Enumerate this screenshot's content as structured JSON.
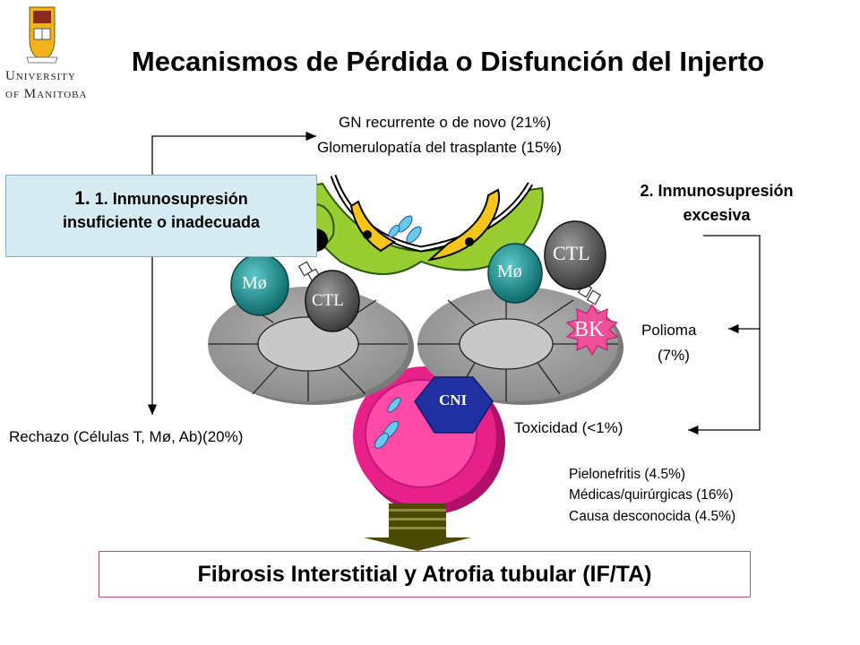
{
  "title": "Mecanismos de Pérdida o Disfunción del Injerto",
  "logo": {
    "line1": "University",
    "line2": "of Manitoba",
    "icon": "university-crest-icon"
  },
  "box1": {
    "number": "1.",
    "label_line1": "1. Inmunosupresión",
    "label_line2": "insuficiente o inadecuada"
  },
  "box2": {
    "label_line1": "2. Inmunosupresión",
    "label_line2": "excesiva"
  },
  "gn": {
    "line1": "GN recurrente o de novo (21%)",
    "line2": "Glomerulopatía del trasplante (15%)"
  },
  "rechazo": "Rechazo (Células T, Mø, Ab)(20%)",
  "polioma": {
    "line1": "Polioma",
    "line2": "(7%)"
  },
  "toxicidad": "Toxicidad (<1%)",
  "causes": [
    "Pielonefritis (4.5%)",
    "Médicas/quirúrgicas (16%)",
    "Causa desconocida (4.5%)"
  ],
  "cells": {
    "mo_left": "Mø",
    "ctl_left": "CTL",
    "mo_right": "Mø",
    "ctl_right": "CTL",
    "bk": "BK",
    "cni": "CNI"
  },
  "fibrosis": "Fibrosis Interstitial y Atrofia tubular (IF/TA)",
  "colors": {
    "box1_bg": "#d6ecf2",
    "teal": "#1a8a8a",
    "magenta": "#e8208a",
    "bk_pink": "#f0509a",
    "cni_blue": "#2030a0",
    "arrow": "#4a4a00",
    "green": "#9acd32",
    "yellow": "#f5c518"
  }
}
